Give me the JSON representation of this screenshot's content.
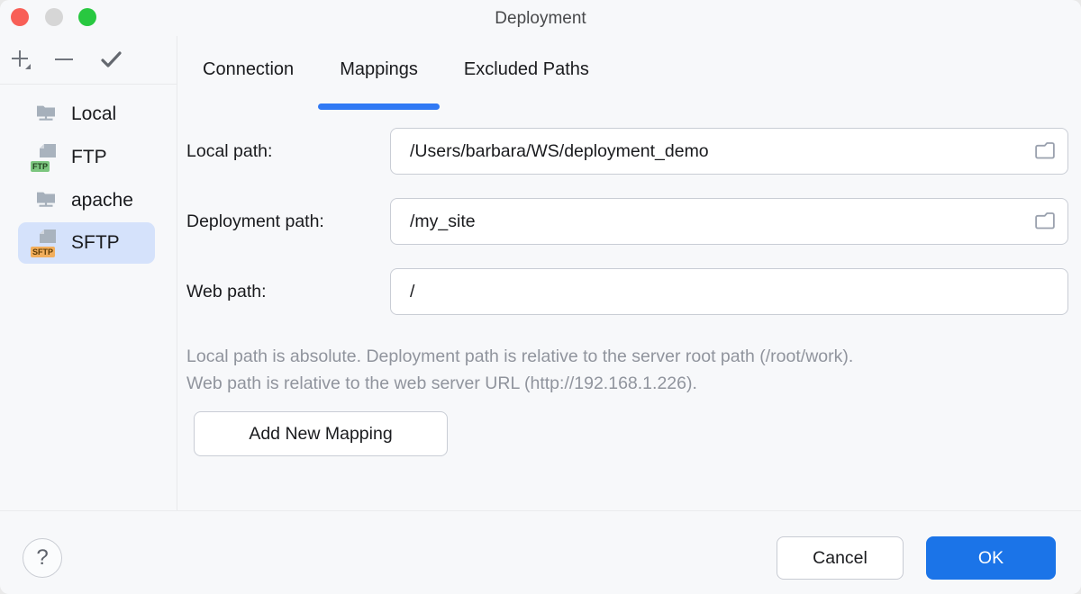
{
  "window": {
    "title": "Deployment",
    "traffic_lights": [
      "close",
      "minimize-disabled",
      "zoom"
    ]
  },
  "toolbar": {
    "add_icon": "plus-dropdown-icon",
    "remove_icon": "minus-icon",
    "use_as_default_icon": "check-icon"
  },
  "sidebar": {
    "items": [
      {
        "label": "Local",
        "icon": "network-folder-icon",
        "selected": false
      },
      {
        "label": "FTP",
        "icon": "server-file-icon",
        "badge": "FTP",
        "selected": false
      },
      {
        "label": "apache",
        "icon": "network-folder-icon",
        "selected": false
      },
      {
        "label": "SFTP",
        "icon": "server-file-icon",
        "badge": "SFTP",
        "selected": true
      }
    ]
  },
  "tabs": [
    {
      "label": "Connection",
      "active": false
    },
    {
      "label": "Mappings",
      "active": true
    },
    {
      "label": "Excluded Paths",
      "active": false
    }
  ],
  "form": {
    "fields": [
      {
        "label": "Local path:",
        "value": "/Users/barbara/WS/deployment_demo",
        "browse_icon": "folder-icon"
      },
      {
        "label": "Deployment path:",
        "value": "/my_site",
        "browse_icon": "folder-icon"
      },
      {
        "label": "Web path:",
        "value": "/",
        "browse_icon": null
      }
    ],
    "hint_line1": "Local path is absolute. Deployment path is relative to the server root path (/root/work).",
    "hint_line2": "Web path is relative to the web server URL (http://192.168.1.226).",
    "add_mapping_label": "Add New Mapping"
  },
  "footer": {
    "help_label": "?",
    "cancel_label": "Cancel",
    "ok_label": "OK"
  },
  "colors": {
    "accent": "#3079f4",
    "ok_button": "#1b74e8",
    "selection": "#d5e2fb",
    "ftp_badge": "#7cc67f",
    "sftp_badge": "#f2ae5c"
  }
}
